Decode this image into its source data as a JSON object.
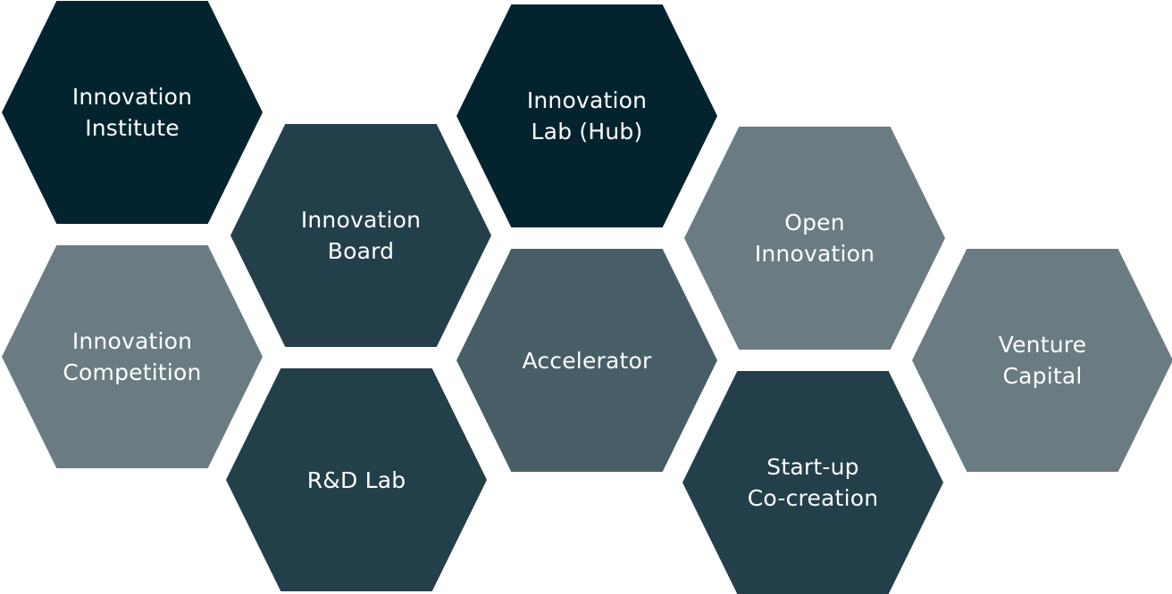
{
  "diagram": {
    "hexagons": [
      {
        "id": "innovation-institute",
        "tone": "#03242e",
        "lines": [
          "Innovation",
          "Institute"
        ]
      },
      {
        "id": "innovation-competition",
        "tone": "#6a7c82",
        "lines": [
          "Innovation",
          "Competition"
        ]
      },
      {
        "id": "innovation-board",
        "tone": "#233f4a",
        "lines": [
          "Innovation",
          "Board"
        ]
      },
      {
        "id": "rd-lab",
        "tone": "#233f4a",
        "lines": [
          "R&D Lab"
        ]
      },
      {
        "id": "innovation-lab-hub",
        "tone": "#03242e",
        "lines": [
          "Innovation",
          "Lab (Hub)"
        ]
      },
      {
        "id": "accelerator",
        "tone": "#475e66",
        "lines": [
          "Accelerator"
        ]
      },
      {
        "id": "open-innovation",
        "tone": "#6a7c82",
        "lines": [
          "Open",
          "Innovation"
        ]
      },
      {
        "id": "start-up-co-creation",
        "tone": "#233f4a",
        "lines": [
          "Start-up",
          "Co-creation"
        ]
      },
      {
        "id": "venture-capital",
        "tone": "#6a7c82",
        "lines": [
          "Venture",
          "Capital"
        ]
      }
    ]
  }
}
